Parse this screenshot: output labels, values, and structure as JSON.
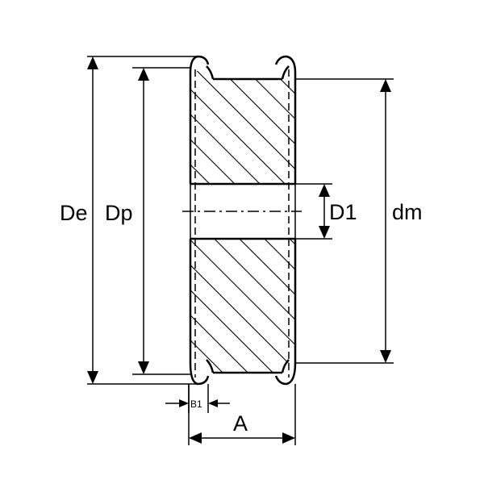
{
  "labels": {
    "De": "De",
    "Dp": "Dp",
    "D1": "D1",
    "dm": "dm",
    "B1": "B1",
    "A": "A"
  }
}
